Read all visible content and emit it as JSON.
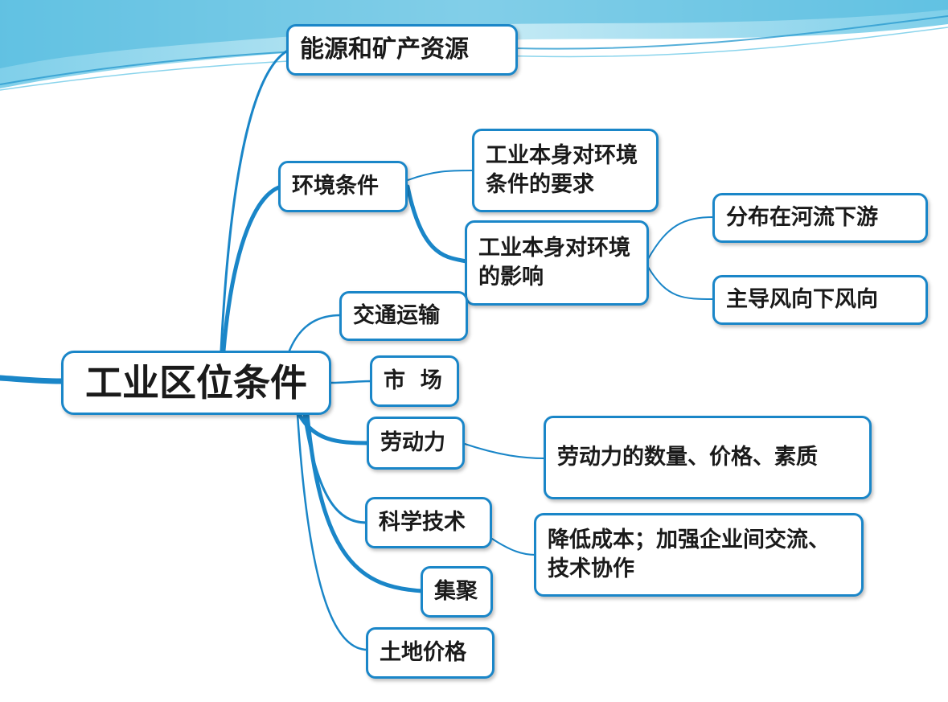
{
  "center": {
    "label": "工业区位条件"
  },
  "branches": {
    "energy": "能源和矿产资源",
    "environment": "环境条件",
    "env_requirement": "工业本身对环境条件的要求",
    "env_impact": "工业本身对环境的影响",
    "downstream": "分布在河流下游",
    "downwind": "主导风向下风向",
    "transport": "交通运输",
    "market": "市  场",
    "labor": "劳动力",
    "labor_detail": "劳动力的数量、价格、素质",
    "technology": "科学技术",
    "technology_detail": "降低成本；加强企业间交流、技术协作",
    "agglomeration": "集聚",
    "land_price": "土地价格"
  },
  "colors": {
    "accent": "#1a86c8",
    "wave": "#7fd0e8",
    "text": "#1a1a1a"
  }
}
